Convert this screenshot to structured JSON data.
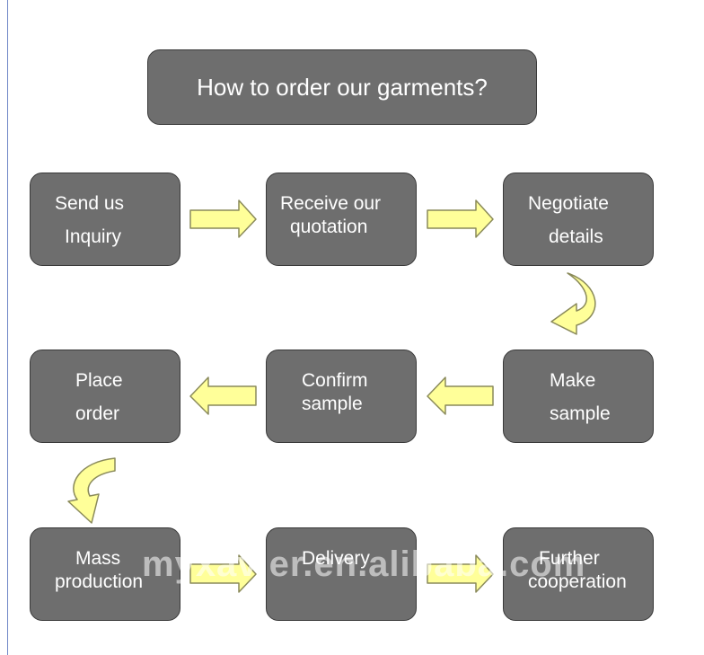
{
  "title": "How to order our garments?",
  "steps": {
    "s1": {
      "line1": "Send us",
      "line2": "Inquiry"
    },
    "s2": {
      "line1": "Receive our",
      "line2": "quotation"
    },
    "s3": {
      "line1": "Negotiate",
      "line2": "details"
    },
    "s4": {
      "line1": "Make",
      "line2": "sample"
    },
    "s5": {
      "line1": "Confirm",
      "line2": "sample"
    },
    "s6": {
      "line1": "Place",
      "line2": "order"
    },
    "s7": {
      "line1": "Mass",
      "line2": "production"
    },
    "s8": {
      "line1": "Delivery",
      "line2": ""
    },
    "s9": {
      "line1": "Further",
      "line2": "cooperation"
    }
  },
  "watermark": "myxavier.en.alibaba.com",
  "colors": {
    "box_fill": "#6e6e6e",
    "box_border": "#3a3a3a",
    "arrow_fill": "#ffff99",
    "arrow_stroke": "#8a8a5a",
    "text": "#ffffff"
  }
}
